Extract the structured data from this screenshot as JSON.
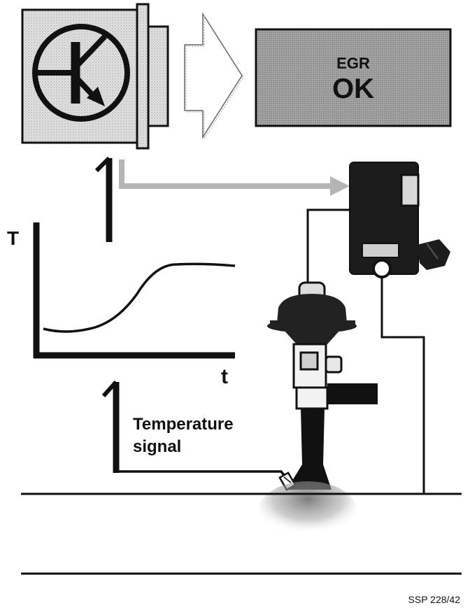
{
  "egr_display": {
    "line1": "EGR",
    "line2": "OK"
  },
  "graph": {
    "y_axis_label": "T",
    "x_axis_label": "t"
  },
  "signal_label": {
    "line1": "Temperature",
    "line2": "signal"
  },
  "reference": "SSP 228/42",
  "colors": {
    "line": "#111111",
    "panel_grey": "#d9d9d9",
    "display_grey": "#9a9a9a",
    "arrow_grey": "#b5b5b5",
    "valve_dark": "#222222",
    "soot": "#8a8a8a"
  }
}
